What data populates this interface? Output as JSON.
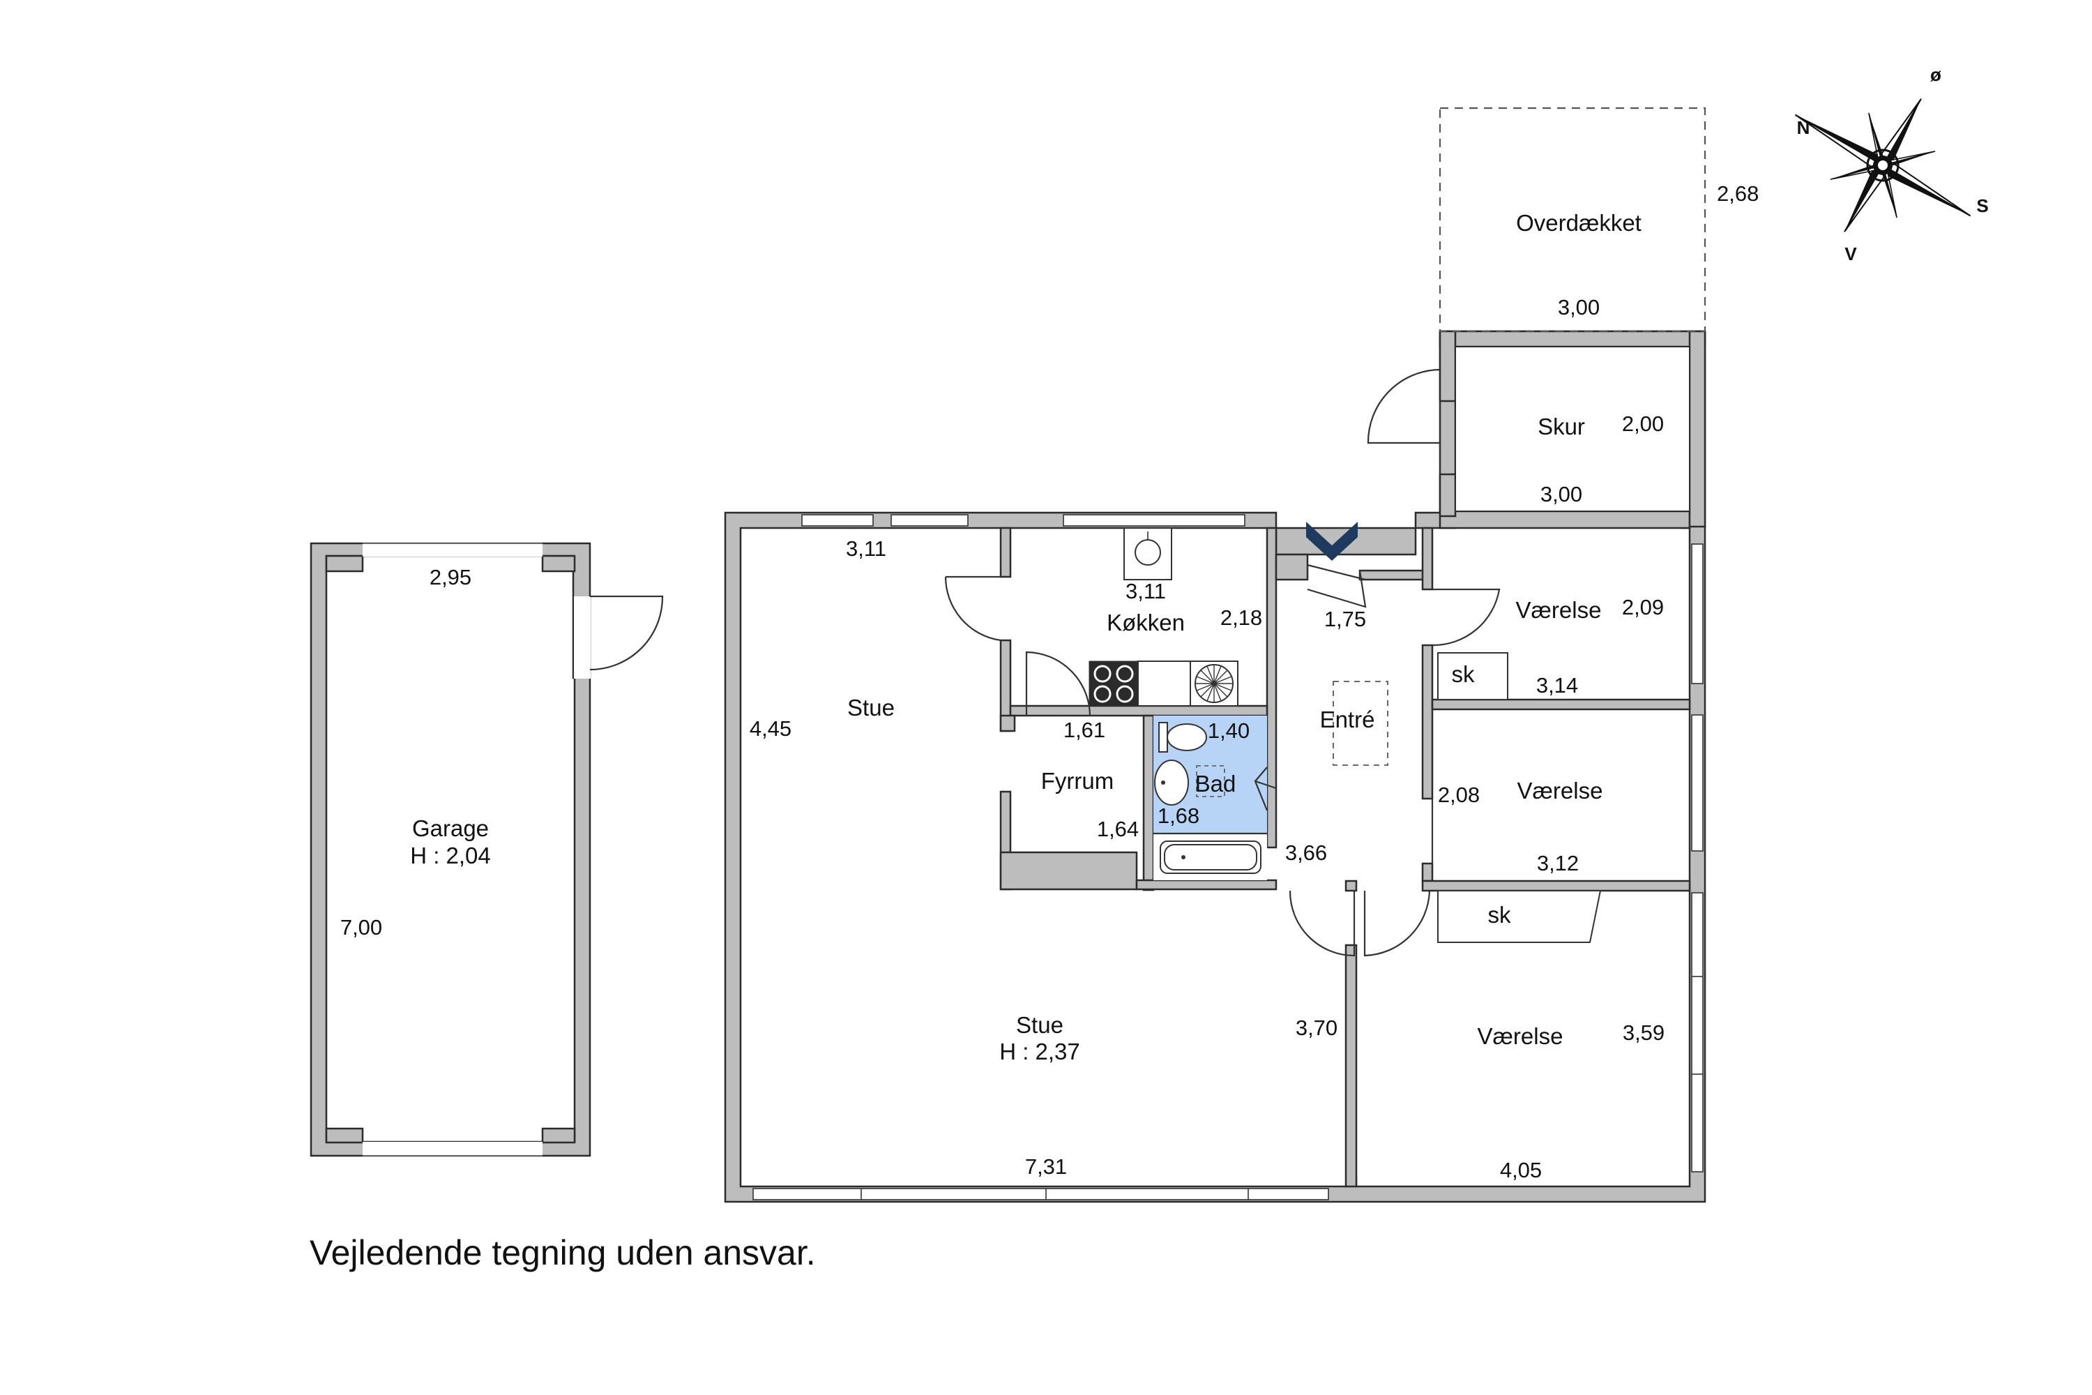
{
  "disclaimer": "Vejledende tegning uden ansvar.",
  "compass": {
    "n": "N",
    "o": "ø",
    "s": "S",
    "v": "V"
  },
  "colors": {
    "wall": "#bdbdbd",
    "bathroom": "#b7d4f7",
    "entrance_marker": "#1f3a5f"
  },
  "rooms": {
    "garage": {
      "name": "Garage",
      "height": "H : 2,04",
      "width": "2,95",
      "length": "7,00"
    },
    "overdaekket": {
      "name": "Overdækket",
      "width": "3,00",
      "depth": "2,68"
    },
    "skur": {
      "name": "Skur",
      "width": "3,00",
      "depth": "2,00"
    },
    "stue_top": {
      "name": "Stue",
      "width": "3,11",
      "depth": "4,45"
    },
    "koekken": {
      "name": "Køkken",
      "width": "3,11",
      "depth": "2,18"
    },
    "fyrrum": {
      "name": "Fyrrum",
      "width": "1,61",
      "depth": "1,64"
    },
    "bad": {
      "name": "Bad",
      "width": "1,40",
      "depth": "1,68"
    },
    "entre": {
      "name": "Entré",
      "width": "1,75",
      "depth": "3,66"
    },
    "vaerelse1": {
      "name": "Værelse",
      "width": "3,14",
      "depth": "2,09",
      "closet": "sk"
    },
    "vaerelse2": {
      "name": "Værelse",
      "width": "3,12",
      "depth": "2,08",
      "closet": "sk"
    },
    "vaerelse3": {
      "name": "Værelse",
      "width": "4,05",
      "depth": "3,59"
    },
    "stue_main": {
      "name": "Stue",
      "height": "H : 2,37",
      "width": "7,31",
      "depth": "3,70"
    }
  }
}
